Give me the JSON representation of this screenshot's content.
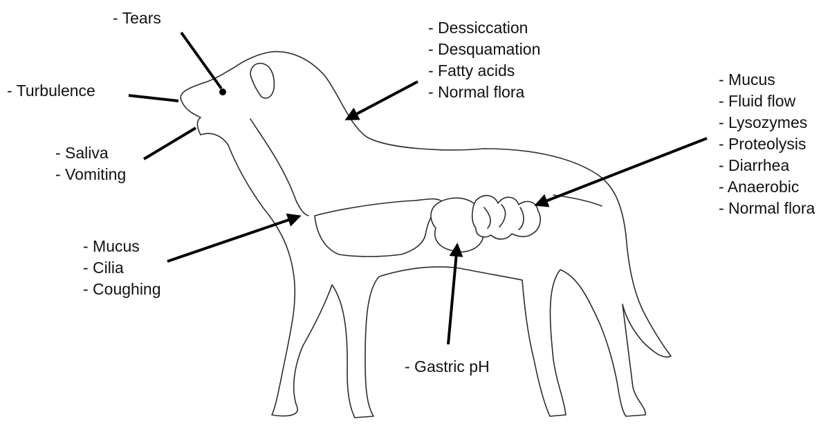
{
  "colors": {
    "line": "#2b2b2b",
    "arrow": "#000000",
    "text": "#111111",
    "background": "#ffffff"
  },
  "labels": {
    "eye": [
      "- Tears"
    ],
    "nose": [
      "- Turbulence"
    ],
    "mouth": [
      "- Saliva",
      "- Vomiting"
    ],
    "skin": [
      "- Dessiccation",
      "- Desquamation",
      "- Fatty acids",
      "- Normal flora"
    ],
    "intestine": [
      "- Mucus",
      "- Fluid flow",
      "- Lysozymes",
      "- Proteolysis",
      "- Diarrhea",
      "- Anaerobic",
      "- Normal flora"
    ],
    "airway": [
      "- Mucus",
      "- Cilia",
      "- Coughing"
    ],
    "stomach": [
      "- Gastric pH"
    ]
  }
}
